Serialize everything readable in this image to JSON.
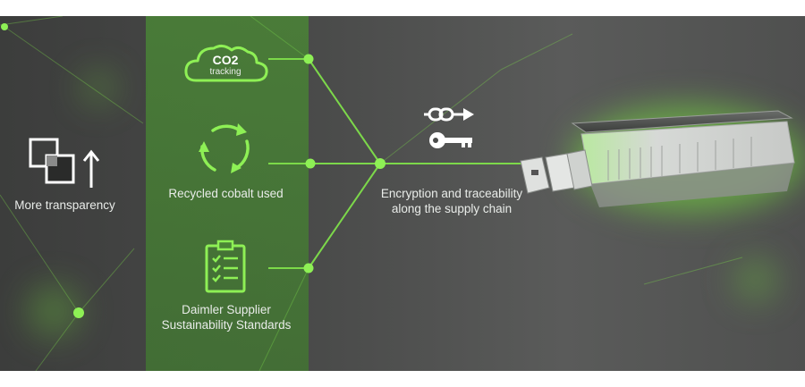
{
  "features": {
    "transparency": {
      "label": "More transparency",
      "icon": "transparency-icon"
    },
    "co2": {
      "label_main": "CO2",
      "label_sub": "tracking",
      "icon": "cloud-icon"
    },
    "cobalt": {
      "label": "Recycled cobalt used",
      "icon": "recycle-icon"
    },
    "standards": {
      "label": "Daimler Supplier Sustainability Standards",
      "icon": "clipboard-checklist-icon"
    }
  },
  "center": {
    "label": "Encryption and traceability along the supply chain",
    "icons": [
      "chain-icon",
      "key-icon"
    ]
  },
  "product": {
    "icon": "battery-pack-icon"
  },
  "colors": {
    "accent": "#7fe04a",
    "band": "#4a8436",
    "text": "#e9ece9",
    "background": "#4a4b4a"
  }
}
